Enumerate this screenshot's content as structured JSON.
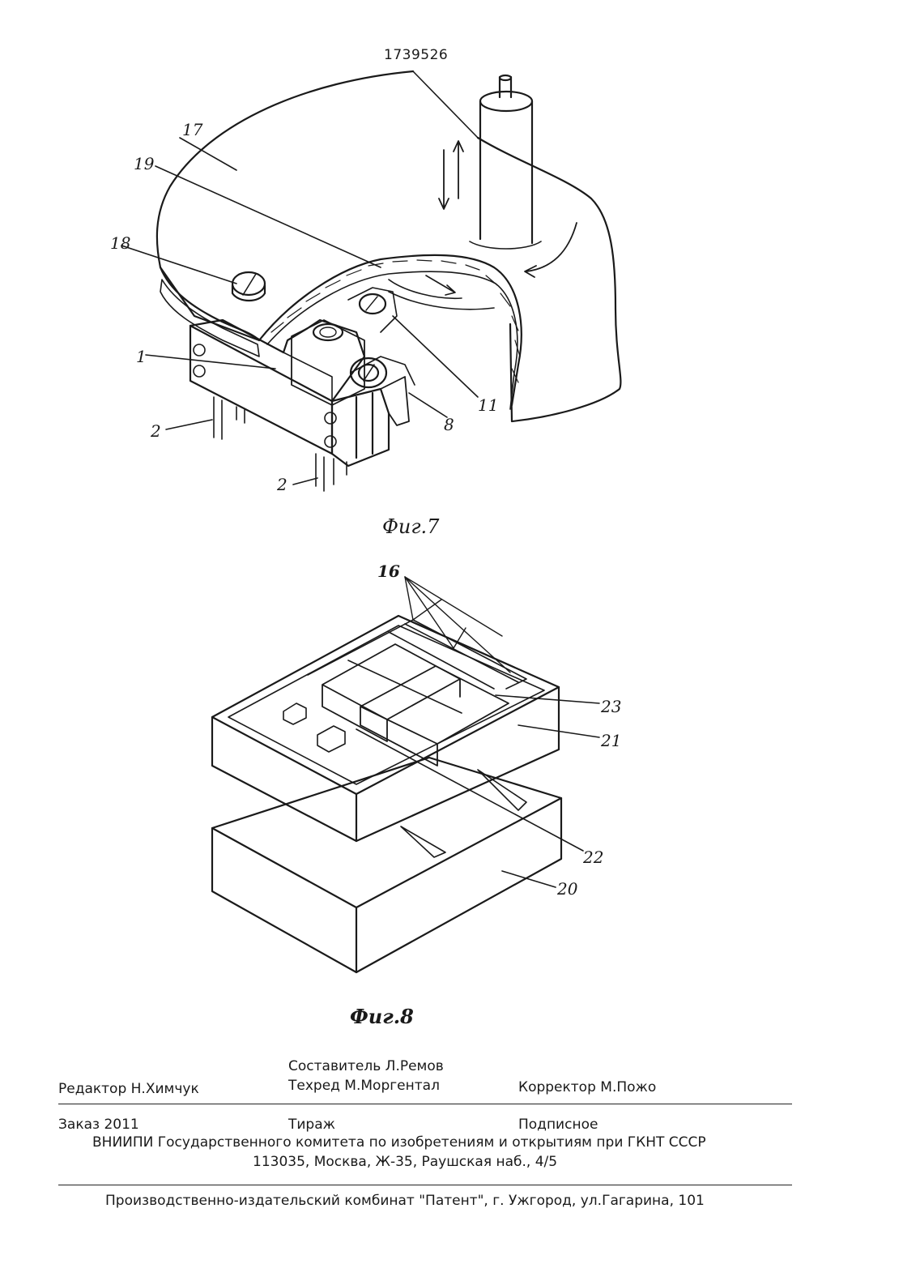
{
  "header": {
    "patent_number": "1739526"
  },
  "figure7": {
    "caption": "Фиг.7",
    "labels": {
      "l17": "17",
      "l19": "19",
      "l18": "18",
      "l1": "1",
      "l2a": "2",
      "l2b": "2",
      "l8": "8",
      "l11": "11"
    }
  },
  "figure8": {
    "caption": "Фиг.8",
    "labels": {
      "l16": "16",
      "l23": "23",
      "l21": "21",
      "l22": "22",
      "l20": "20"
    }
  },
  "footer": {
    "compiler": "Составитель  Л.Ремов",
    "editor": "Редактор  Н.Химчук",
    "techred": "Техред М.Моргентал",
    "corrector": "Корректор  М.Пожо",
    "order": "Заказ  2011",
    "circulation": "Тираж",
    "subscription": "Подписное",
    "institute": "ВНИИПИ Государственного комитета по изобретениям и открытиям при ГКНТ СССР",
    "address": "113035, Москва, Ж-35, Раушская наб., 4/5",
    "plant": "Производственно-издательский комбинат \"Патент\", г. Ужгород, ул.Гагарина, 101"
  }
}
